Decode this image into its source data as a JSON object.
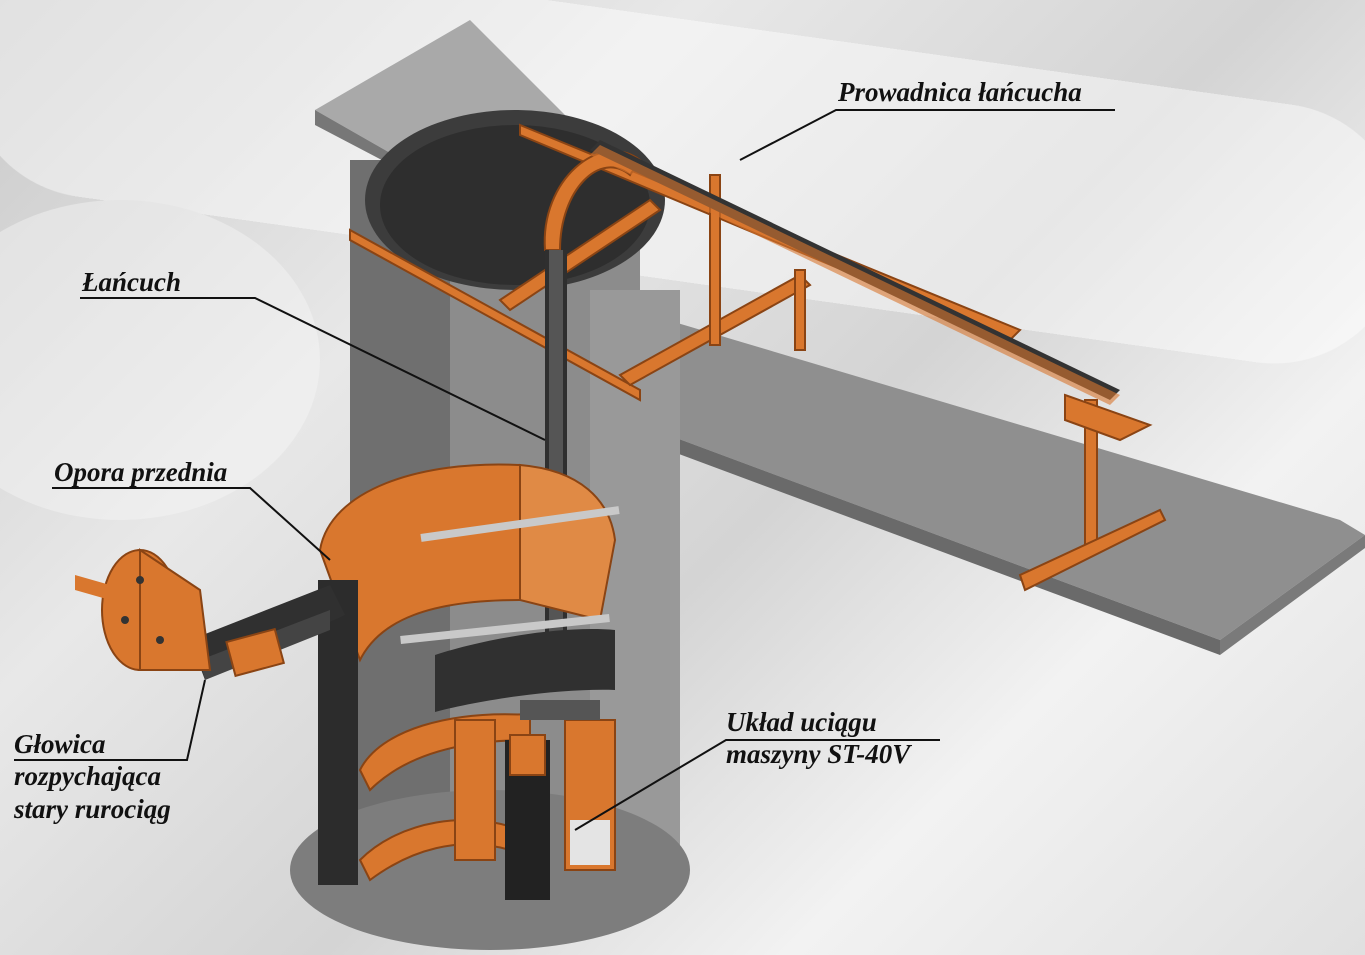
{
  "colors": {
    "steel": "#d9772e",
    "steel_dark": "#8a4414",
    "concrete": "#9a9a9a",
    "concrete_dark": "#5c5c5c",
    "shaft_inner": "#3a3a3a",
    "leader": "#111111"
  },
  "labels": {
    "chain_guide": "Prowadnica łańcucha",
    "chain": "Łańcuch",
    "front_support": "Opora przednia",
    "pull_system_line1": "Układ uciągu",
    "pull_system_line2": "maszyny ST-40V",
    "head_line1": "Głowica",
    "head_line2": "rozpychająca",
    "head_line3": "stary rurociąg"
  }
}
